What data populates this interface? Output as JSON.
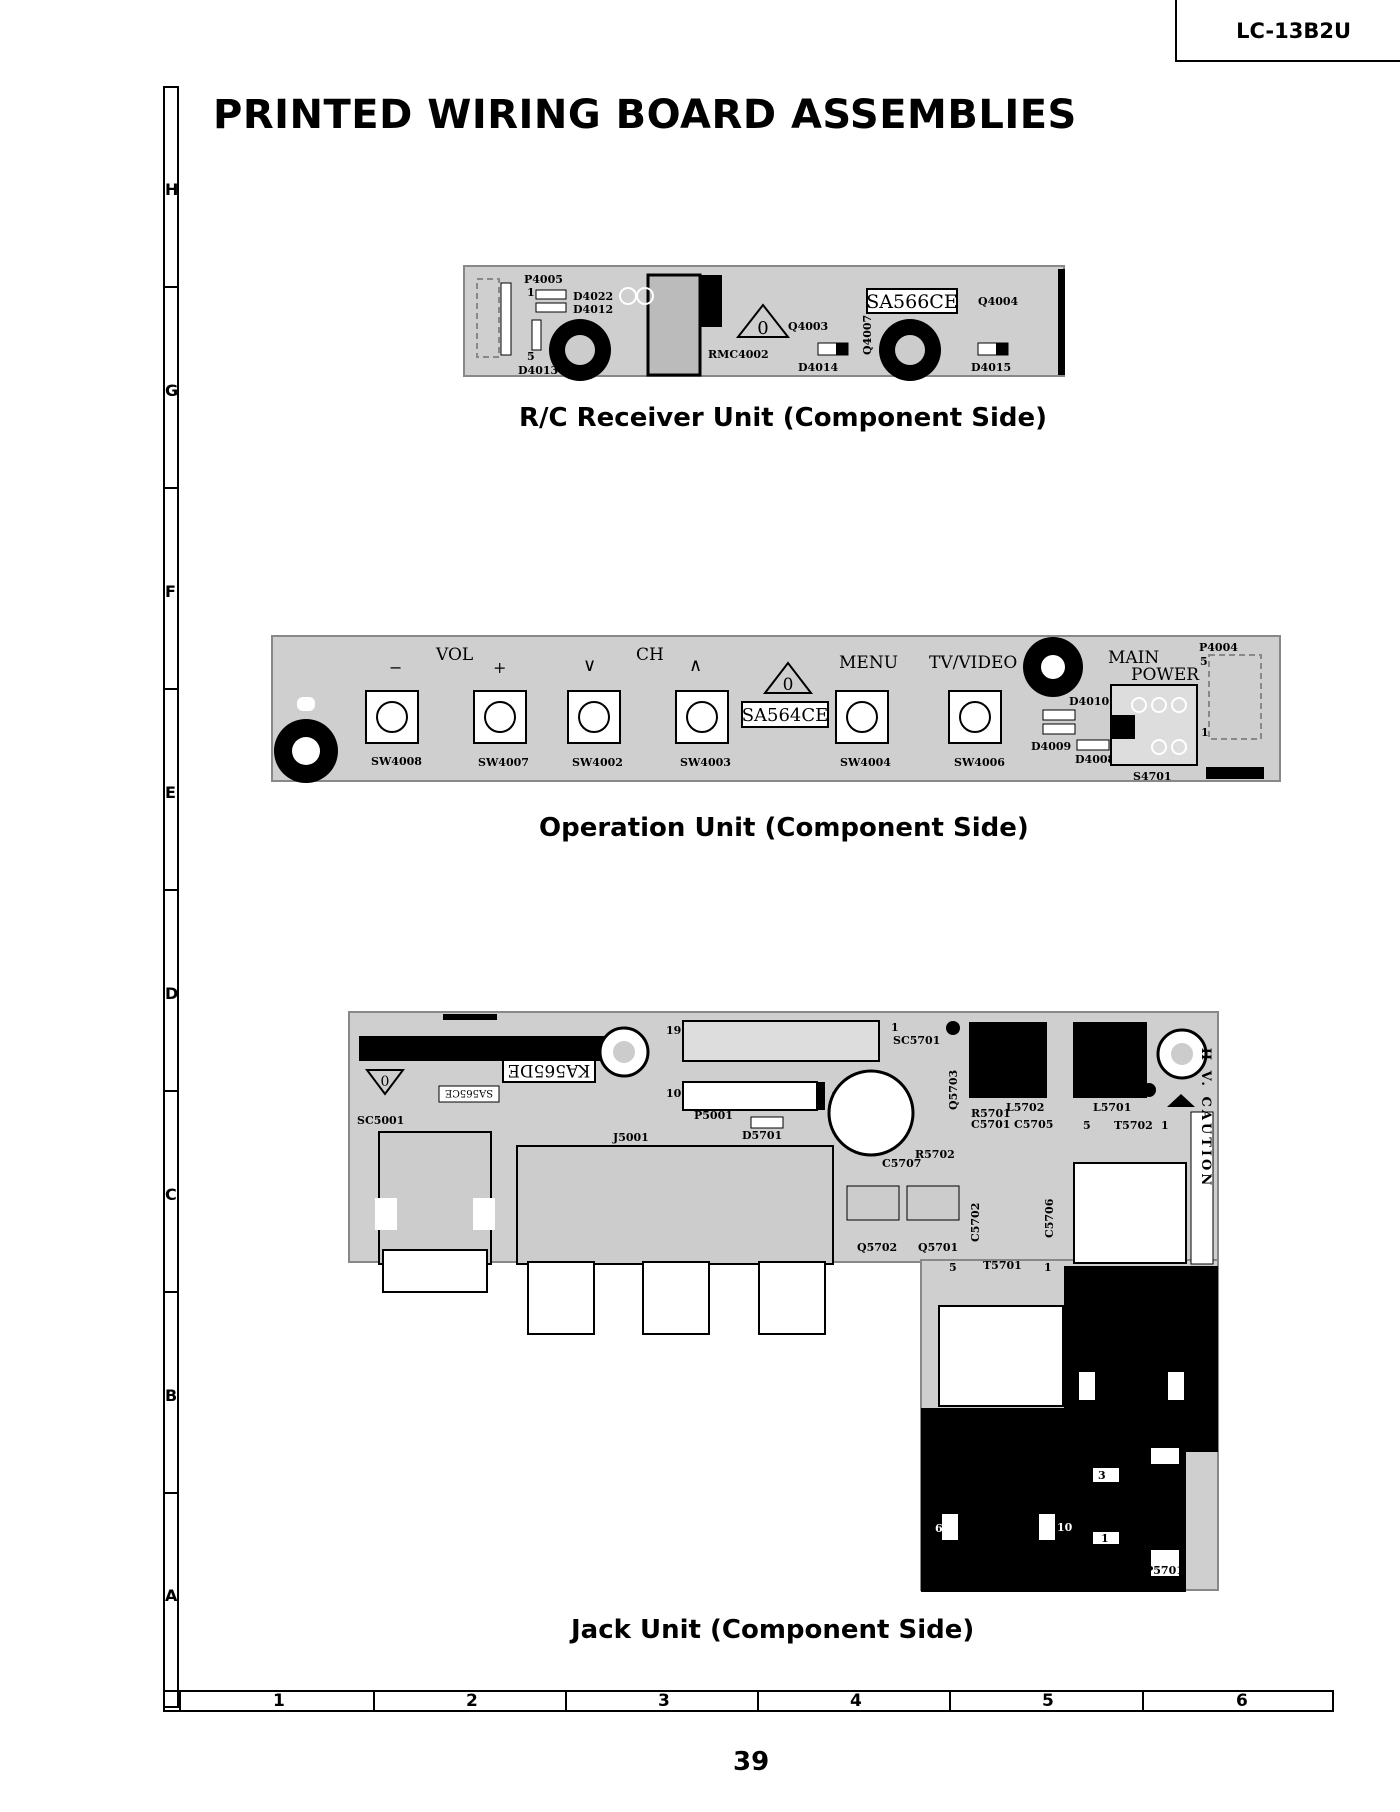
{
  "header": {
    "model": "LC-13B2U",
    "title": "PRINTED WIRING BOARD ASSEMBLIES",
    "page_number": "39"
  },
  "grid": {
    "rows": [
      "H",
      "G",
      "F",
      "E",
      "D",
      "C",
      "B",
      "A"
    ],
    "cols": [
      "1",
      "2",
      "3",
      "4",
      "5",
      "6"
    ]
  },
  "rc_board": {
    "caption": "R/C Receiver Unit (Component Side)",
    "labels": {
      "p4005": "P4005",
      "pin1": "1",
      "pin5": "5",
      "d4022": "D4022",
      "d4012": "D4012",
      "d4013": "D4013",
      "rmc4002": "RMC4002",
      "q4003": "Q4003",
      "q4007": "Q4007",
      "pwb": "SA566CE",
      "q4004": "Q4004",
      "d4014": "D4014",
      "d4015": "D4015",
      "warn": "0"
    }
  },
  "op_board": {
    "caption": "Operation Unit (Component Side)",
    "labels": {
      "vol": "VOL",
      "ch": "CH",
      "minus": "−",
      "plus": "+",
      "down": "∨",
      "up": "∧",
      "menu": "MENU",
      "tvvideo": "TV/VIDEO",
      "main": "MAIN",
      "power": "POWER",
      "pwb": "SA564CE",
      "sw4008": "SW4008",
      "sw4007": "SW4007",
      "sw4002": "SW4002",
      "sw4003": "SW4003",
      "sw4004": "SW4004",
      "sw4006": "SW4006",
      "d4010": "D4010",
      "d4009": "D4009",
      "d4008": "D4008",
      "s4701": "S4701",
      "p4004": "P4004",
      "pin5": "5",
      "pin1": "1",
      "warn": "0"
    }
  },
  "jack_board": {
    "caption": "Jack Unit (Component Side)",
    "labels": {
      "pwb": "KA565DE",
      "pwb_small": "SA565CE",
      "sc5001": "SC5001",
      "j5001": "J5001",
      "p5001": "P5001",
      "d5701": "D5701",
      "pin19": "19",
      "pin10": "10",
      "pin1a": "1",
      "pin1b": "1",
      "sc5701": "SC5701",
      "q5703": "Q5703",
      "r5701": "R5701",
      "c5701": "C5701",
      "l5702": "L5702",
      "c5705": "C5705",
      "l5701": "L5701",
      "t5702": "T5702",
      "pin5a": "5",
      "pin1c": "1",
      "r5702": "R5702",
      "c5707": "C5707",
      "q5702": "Q5702",
      "q5701": "Q5701",
      "c5702": "C5702",
      "c5706": "C5706",
      "t5701": "T5701",
      "pin5b": "5",
      "pin1d": "1",
      "hv": "H.V. CAUTION",
      "pin6a": "6",
      "pin10a": "10",
      "pin3": "3",
      "pin6b": "6",
      "pin10b": "10",
      "pin1e": "1",
      "p5701": "P5701",
      "warn": "0"
    }
  }
}
